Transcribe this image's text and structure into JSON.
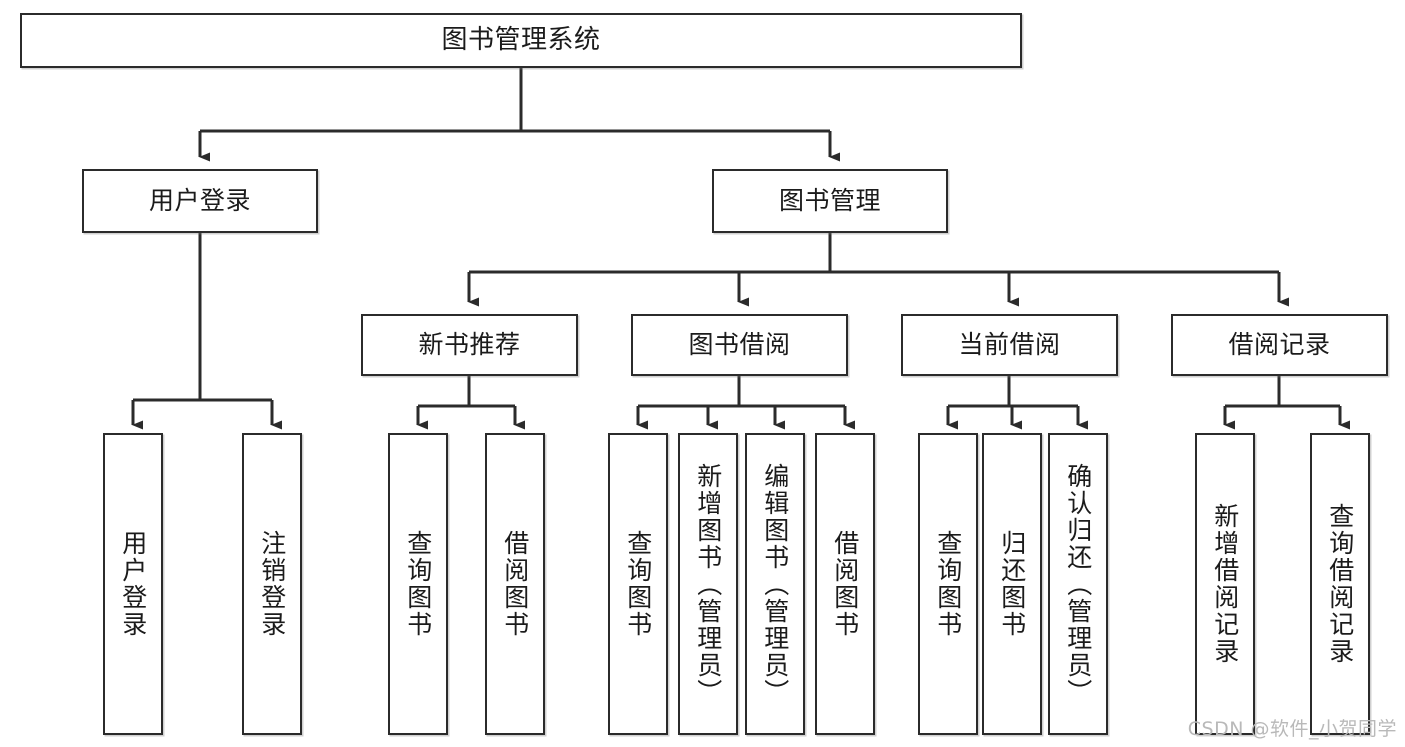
{
  "diagram": {
    "type": "function-hierarchy-tree",
    "title": "图书管理系统",
    "watermark": "CSDN @软件_小贺同学",
    "colors": {
      "box_border": "#2b2b2b",
      "box_fill": "#ffffff",
      "connector": "#2b2b2b",
      "text": "#1b1b1b",
      "watermark": "#b9b9b9",
      "background": "#ffffff"
    },
    "levels": {
      "level1": [
        "图书管理系统"
      ],
      "level2": [
        "用户登录",
        "图书管理"
      ],
      "level3": [
        "新书推荐",
        "图书借阅",
        "当前借阅",
        "借阅记录"
      ],
      "level4": [
        "用户登录",
        "注销登录",
        "查询图书",
        "借阅图书",
        "查询图书",
        "新增图书（管理员）",
        "编辑图书（管理员）",
        "借阅图书",
        "查询图书",
        "归还图书",
        "确认归还（管理员）",
        "新增借阅记录",
        "查询借阅记录"
      ]
    },
    "nodes": {
      "root": {
        "label": "图书管理系统"
      },
      "user_login": {
        "label": "用户登录"
      },
      "book_manage": {
        "label": "图书管理"
      },
      "new_book_rec": {
        "label": "新书推荐"
      },
      "book_borrow": {
        "label": "图书借阅"
      },
      "current_borrow": {
        "label": "当前借阅"
      },
      "borrow_record": {
        "label": "借阅记录"
      },
      "leaf_user_login": {
        "label": "用户登录"
      },
      "leaf_logout": {
        "label": "注销登录"
      },
      "leaf_query_book_1": {
        "label": "查询图书"
      },
      "leaf_borrow_book_1": {
        "label": "借阅图书"
      },
      "leaf_query_book_2": {
        "label": "查询图书"
      },
      "leaf_add_book_admin": {
        "label": "新增图书（管理员）"
      },
      "leaf_edit_book_admin": {
        "label": "编辑图书（管理员）"
      },
      "leaf_borrow_book_2": {
        "label": "借阅图书"
      },
      "leaf_query_book_3": {
        "label": "查询图书"
      },
      "leaf_return_book": {
        "label": "归还图书"
      },
      "leaf_confirm_return_admin": {
        "label": "确认归还（管理员）"
      },
      "leaf_add_record": {
        "label": "新增借阅记录"
      },
      "leaf_query_record": {
        "label": "查询借阅记录"
      }
    }
  }
}
